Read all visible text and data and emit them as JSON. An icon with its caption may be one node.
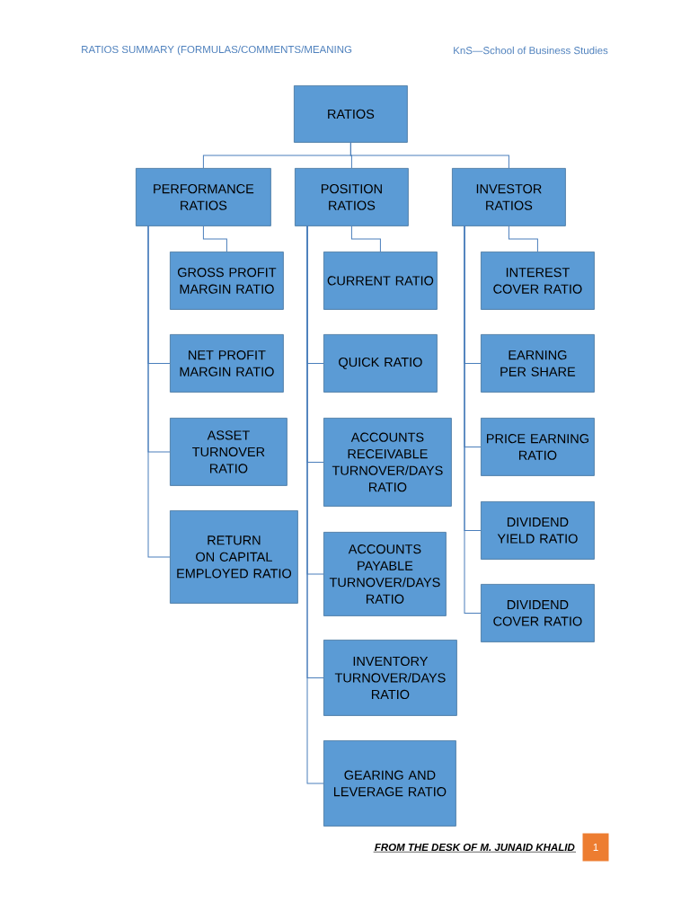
{
  "diagram": {
    "nodes": [
      {
        "text": [
          "RATIOS"
        ]
      },
      {
        "text": [
          "PERFORMANCE RATIOS"
        ]
      },
      {
        "text": [
          "POSITION RATIOS"
        ]
      },
      {
        "text": [
          "INVESTOR RATIOS"
        ]
      },
      {
        "text": [
          "GROSS PROFIT MARGIN RATIO"
        ]
      },
      {
        "text": [
          "NET PROFIT MARGIN RATIO"
        ]
      },
      {
        "text": [
          "ASSET TURNOVER RATIO"
        ]
      },
      {
        "text": [
          "RETURN ON CAPITAL EMPLOYED RATIO"
        ]
      },
      {
        "text": [
          "CURRENT RATIO"
        ]
      },
      {
        "text": [
          "QUICK RATIO"
        ]
      },
      {
        "text": [
          "ACCOUNTS RECEIVABLE TURNOVER/DAYS RATIO"
        ]
      },
      {
        "text": [
          "ACCOUNTS PAYABLE TURNOVER/DAYS RATIO"
        ]
      },
      {
        "text": [
          "INVENTORY TURNOVER/DAYS RATIO"
        ]
      },
      {
        "text": [
          "GEARING AND LEVERAGE RATIO"
        ]
      },
      {
        "text": [
          "INTEREST COVER RATIO"
        ]
      },
      {
        "text": [
          "EARNING PER SHARE"
        ]
      },
      {
        "text": [
          "PRICE EARNING RATIO"
        ]
      },
      {
        "text": [
          "DIVIDEND YIELD RATIO"
        ]
      },
      {
        "text": [
          "DIVIDEND COVER RATIO"
        ]
      }
    ],
    "edges": [
      {
        "from": 0,
        "to": 1,
        "arrow": "none"
      },
      {
        "from": 0,
        "to": 2,
        "arrow": "none"
      },
      {
        "from": 0,
        "to": 3,
        "arrow": "none"
      },
      {
        "from": 1,
        "to": 4,
        "arrow": "none"
      },
      {
        "from": 1,
        "to": 5,
        "arrow": "none"
      },
      {
        "from": 1,
        "to": 6,
        "arrow": "none"
      },
      {
        "from": 1,
        "to": 7,
        "arrow": "none"
      },
      {
        "from": 2,
        "to": 8,
        "arrow": "none"
      },
      {
        "from": 2,
        "to": 9,
        "arrow": "none"
      },
      {
        "from": 2,
        "to": 10,
        "arrow": "none"
      },
      {
        "from": 2,
        "to": 11,
        "arrow": "none"
      },
      {
        "from": 2,
        "to": 12,
        "arrow": "none"
      },
      {
        "from": 2,
        "to": 13,
        "arrow": "none"
      },
      {
        "from": 3,
        "to": 14,
        "arrow": "none"
      },
      {
        "from": 3,
        "to": 15,
        "arrow": "none"
      },
      {
        "from": 3,
        "to": 16,
        "arrow": "none"
      },
      {
        "from": 3,
        "to": 17,
        "arrow": "none"
      },
      {
        "from": 3,
        "to": 18,
        "arrow": "none"
      }
    ],
    "labels": [
      "RATIOS SUMMARY (FORMULAS/COMMENTS/MEANING",
      "KnS—School of Business Studies",
      "FROM THE DESK OF M. JUNAID KHALID",
      "1"
    ]
  }
}
